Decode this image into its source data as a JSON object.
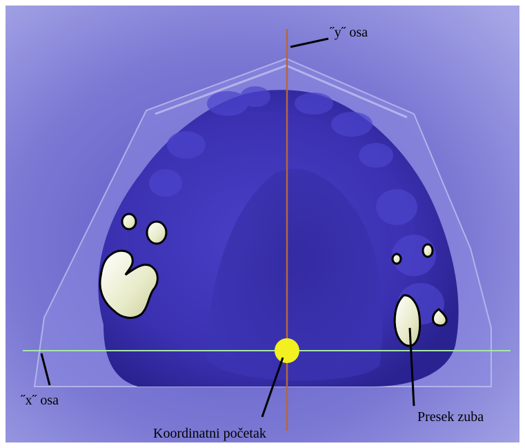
{
  "labels": {
    "y_axis": "˝y˝ osa",
    "x_axis": "˝x˝ osa",
    "origin": "Koordinatni početak",
    "tooth_section": "Presek zuba"
  },
  "colors": {
    "background": "#8a88d8",
    "model": "#3a32b0",
    "teeth": "#eef0d0",
    "y_axis_line": "#b5673a",
    "x_axis_line": "#9fe0a0",
    "origin_marker": "#f2f020"
  }
}
